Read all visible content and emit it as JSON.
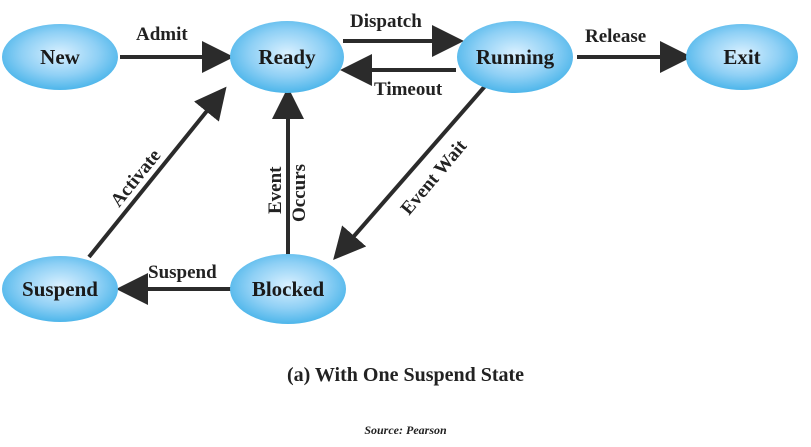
{
  "diagram": {
    "states": {
      "new": "New",
      "ready": "Ready",
      "running": "Running",
      "exit": "Exit",
      "suspend": "Suspend",
      "blocked": "Blocked"
    },
    "transitions": {
      "admit": "Admit",
      "dispatch": "Dispatch",
      "timeout": "Timeout",
      "release": "Release",
      "activate": "Activate",
      "event_occurs_line1": "Event",
      "event_occurs_line2": "Occurs",
      "event_wait": "Event Wait",
      "suspend": "Suspend"
    },
    "caption": "(a) With One Suspend State",
    "source": "Source: Pearson"
  },
  "colors": {
    "node_center": "#cfeaff",
    "node_edge": "#3fb0e8",
    "arrow": "#2b2b2b",
    "text": "#1a1a1a"
  }
}
